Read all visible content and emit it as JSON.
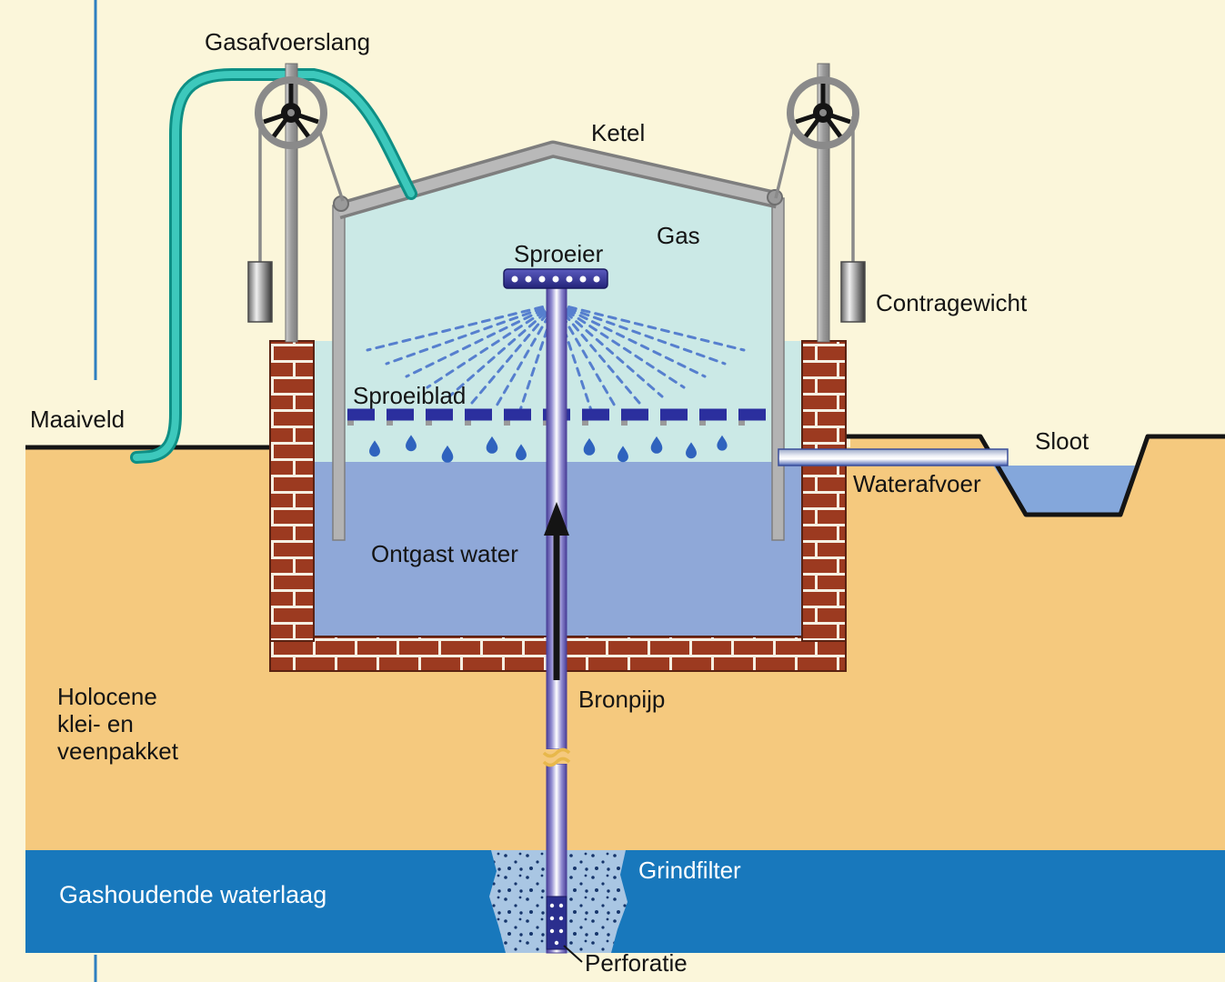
{
  "figure": {
    "description_type": "process-diagram",
    "subject": "gas-water well with degassing boiler (Dutch hydrogeology schematic)"
  },
  "palette": {
    "background": "#FBF6DA",
    "ground_tan": "#F5C97E",
    "aquifer_blue": "#1878BC",
    "basin_water": "#8FA8D8",
    "ditch_water": "#84A7DB",
    "gas_space": "#CBE9E6",
    "brick_red": "#9C3A20",
    "mortar": "#F5EFE2",
    "frame_gray": "#B3B3B3",
    "pipe_purple": "#4A3F98",
    "hose_teal": "#2BBDB1",
    "spray_blue": "#4A74CC",
    "plate_blue": "#2B2F9E",
    "gravel_fill": "#A9C6E3",
    "outline_black": "#141414"
  },
  "labels": {
    "gasafvoerslang": "Gasafvoerslang",
    "ketel": "Ketel",
    "gas": "Gas",
    "sproeier": "Sproeier",
    "sproeiblad": "Sproeiblad",
    "contragewicht": "Contragewicht",
    "maaiveld": "Maaiveld",
    "sloot": "Sloot",
    "waterafvoer": "Waterafvoer",
    "ontgast_water": "Ontgast water",
    "bronpijp": "Bronpijp",
    "holocene_line1": "Holocene",
    "holocene_line2": "klei- en",
    "holocene_line3": "veenpakket",
    "gashoudende_waterlaag": "Gashoudende waterlaag",
    "grindfilter": "Grindfilter",
    "perforatie": "Perforatie"
  }
}
